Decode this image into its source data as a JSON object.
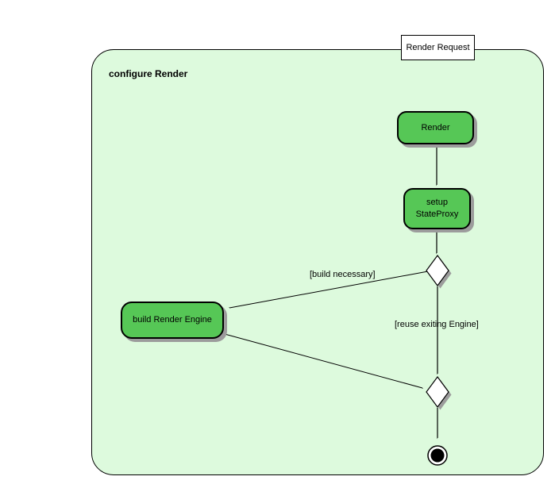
{
  "diagram": {
    "trigger": {
      "label": "Render Request"
    },
    "partition": {
      "label": "configure Render"
    },
    "nodes": {
      "render": {
        "label": "Render"
      },
      "setup_state_proxy": {
        "label_line1": "setup",
        "label_line2": "StateProxy"
      },
      "build_render_engine": {
        "label": "build Render Engine"
      }
    },
    "edges": {
      "build_necessary": {
        "label": "[build necessary]"
      },
      "reuse_existing": {
        "label": "[reuse exiting Engine]"
      }
    },
    "colors": {
      "activity_fill": "#56C756",
      "partition_fill": "#DDFADD",
      "node_border": "#000000",
      "shadow": "#9C9C9C",
      "page_background": "#FFFFFF"
    }
  }
}
